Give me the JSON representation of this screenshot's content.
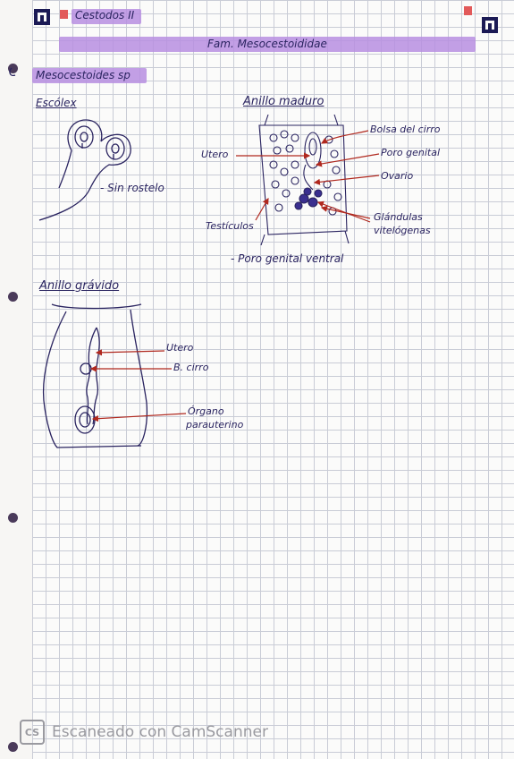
{
  "header": {
    "subject": "Cestodos II",
    "family": "Fam. Mesocestoididae"
  },
  "section_title": "Mesocestoides sp",
  "scolex": {
    "heading": "Escólex",
    "note": "- Sin rostelo"
  },
  "mature_ring": {
    "heading": "Anillo maduro",
    "labels": {
      "bolsa_cirro": "Bolsa del cirro",
      "poro_genital": "Poro genital",
      "ovario": "Ovario",
      "utero": "Utero",
      "testiculos": "Testículos",
      "glandulas": "Glándulas",
      "vitelogenas": "vitelógenas",
      "poro_ventral": "- Poro genital ventral"
    }
  },
  "gravid_ring": {
    "heading": "Anillo grávido",
    "labels": {
      "utero": "Utero",
      "b_cirro": "B. cirro",
      "organo": "Órgano",
      "parauterino": "parauterino"
    }
  },
  "watermark": "Escaneado con CamScanner",
  "watermark_badge": "CS",
  "colors": {
    "ink": "#2a2460",
    "highlight": "#b78ee0",
    "arrow": "#b0281e",
    "tab": "#e25a5a"
  }
}
